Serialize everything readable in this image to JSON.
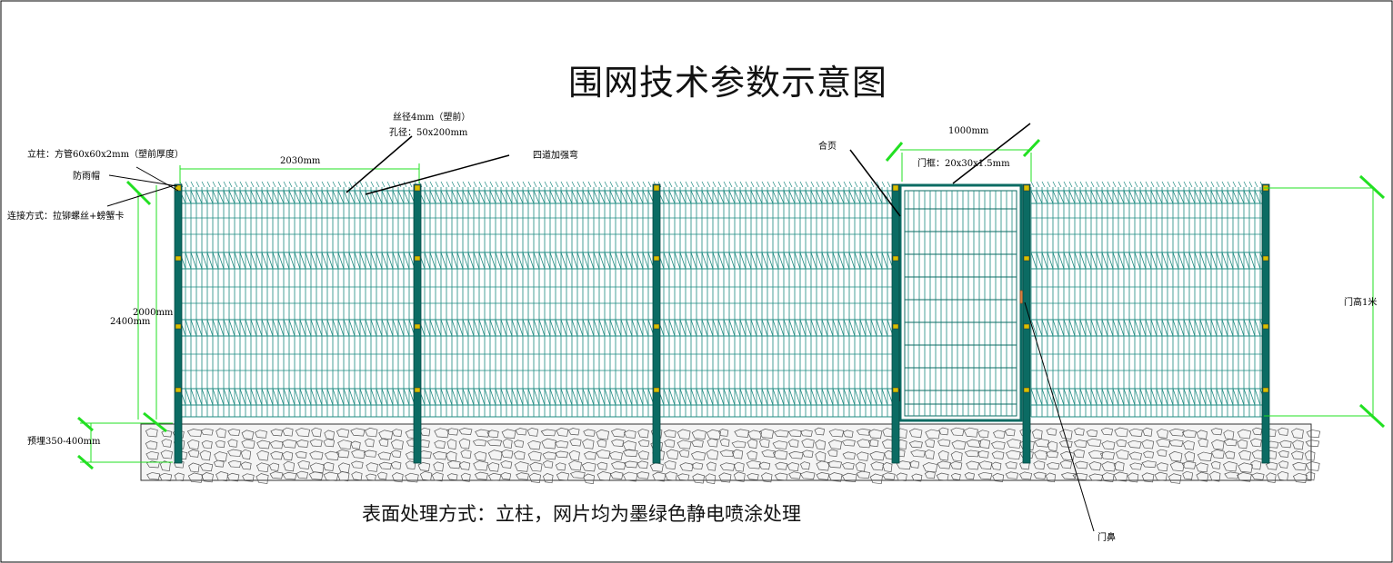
{
  "title": "围网技术参数示意图",
  "surface_note": "表面处理方式：立柱，网片均为墨绿色静电喷涂处理",
  "labels": {
    "post": "立柱：方管60x60x2mm（塑前厚度）",
    "rain_cap": "防雨帽",
    "connection": "连接方式：拉铆螺丝+螃蟹卡",
    "wire_diameter": "丝径4mm（塑前）",
    "mesh_size": "孔径：50x200mm",
    "bends": "四道加强弯",
    "panel_width": "2030mm",
    "hinge": "合页",
    "gate_width": "1000mm",
    "gate_frame": "门框：20x30x1.5mm",
    "height_2000": "2000mm",
    "height_2400": "2400mm",
    "gate_height": "门高1米",
    "embed_depth": "预埋350-400mm",
    "gate_latch": "门鼻"
  },
  "colors": {
    "fence": "#0b6b63",
    "mesh": "#1c8a80",
    "dimension": "#22e022",
    "ground": "#f4f4f4",
    "stone": "#555555",
    "fitting": "#d8c000",
    "latch": "#d87c3c"
  }
}
